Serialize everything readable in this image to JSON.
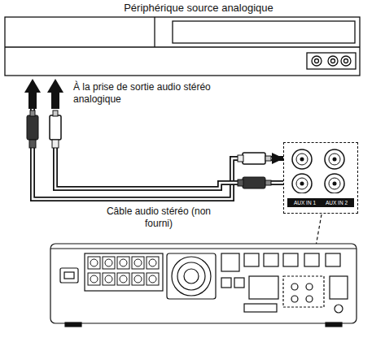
{
  "diagram": {
    "nodes": [
      {
        "text": [
          "Périphérique source analogique"
        ]
      },
      {
        "text": [
          "AUX IN 1",
          "AUX IN 2"
        ]
      }
    ],
    "edges": [
      {
        "from": 0,
        "to": 1,
        "arrow": "both",
        "label": "Câble audio stéréo (non fourni)"
      }
    ],
    "labels": [
      "À la prise de sortie audio stéréo analogique"
    ]
  }
}
